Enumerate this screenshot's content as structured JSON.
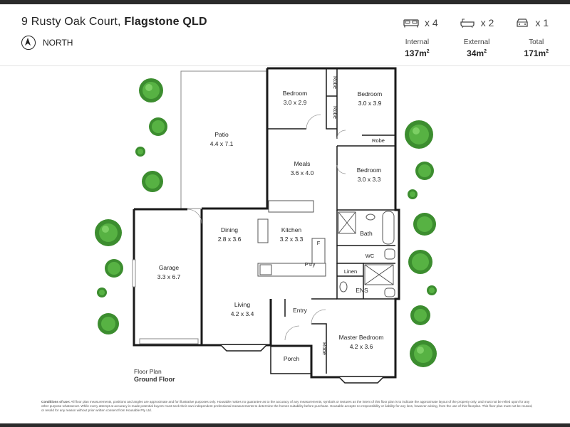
{
  "header": {
    "address": "9 Rusty Oak Court,",
    "suburb": "Flagstone QLD",
    "north_label": "NORTH"
  },
  "counts": {
    "bed": "x 4",
    "bath": "x 2",
    "car": "x 1"
  },
  "areas": [
    {
      "label": "Internal",
      "value": "137m",
      "sup": "2"
    },
    {
      "label": "External",
      "value": "34m",
      "sup": "2"
    },
    {
      "label": "Total",
      "value": "171m",
      "sup": "2"
    }
  ],
  "rooms": {
    "bedroom_tl": {
      "name": "Bedroom",
      "dim": "3.0 x 2.9"
    },
    "bedroom_tr": {
      "name": "Bedroom",
      "dim": "3.0 x 3.9"
    },
    "bedroom_r": {
      "name": "Bedroom",
      "dim": "3.0 x 3.3"
    },
    "patio": {
      "name": "Patio",
      "dim": "4.4 x 7.1"
    },
    "meals": {
      "name": "Meals",
      "dim": "3.6 x 4.0"
    },
    "dining": {
      "name": "Dining",
      "dim": "2.8 x 3.6"
    },
    "kitchen": {
      "name": "Kitchen",
      "dim": "3.2 x 3.3"
    },
    "garage": {
      "name": "Garage",
      "dim": "3.3 x 6.7"
    },
    "living": {
      "name": "Living",
      "dim": "4.2 x 3.4"
    },
    "master": {
      "name": "Master Bedroom",
      "dim": "4.2 x 3.6"
    },
    "bath": {
      "name": "Bath"
    },
    "wc": {
      "name": "WC"
    },
    "linen": {
      "name": "Linen"
    },
    "ens": {
      "name": "ENS"
    },
    "entry": {
      "name": "Entry"
    },
    "porch": {
      "name": "Porch"
    },
    "pantry": {
      "name": "P'try"
    },
    "robe1": {
      "name": "Robe"
    },
    "robe2": {
      "name": "Robe"
    },
    "robe3": {
      "name": "Robe"
    },
    "robe4": {
      "name": "Robe"
    }
  },
  "fridge_label": "F",
  "caption": {
    "line1": "Floor Plan",
    "line2": "Ground Floor"
  },
  "conditions": {
    "label": "Conditions of use:",
    "text": "All floor plan measurements, positions and angles are approximate and for illustrative purposes only. Housable makes no guarantee as to the accuracy of any measurements, symbols or textures as the intent of this floor plan is to indicate the approximate layout of the property only, and must not be relied upon for any other purpose whatsoever. While every attempt at accuracy is made potential buyers must seek their own independent professional measurements to determine the homes suitability before purchase. Housable accepts no responsibility or liability for any loss, however arising, from the use of this floorplan. This floor plan must not be reused, or resold for any reason without prior written consent from Housable Pty Ltd."
  }
}
